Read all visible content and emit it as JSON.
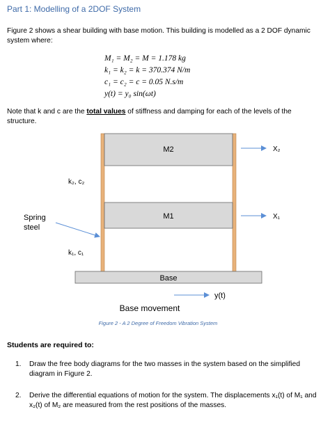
{
  "title": "Part 1: Modelling of a 2DOF System",
  "intro": "Figure 2 shows a shear building with base motion. This building is modelled as a 2 DOF dynamic system where:",
  "equations": {
    "eq1": "M₁ = M₂ = M = 1.178 kg",
    "eq2": "k₁ = k₂ = k = 370.374 N/m",
    "eq3": "c₁ = c₂ = c = 0.05 N.s/m",
    "eq4": "y(t) = y₀ sin(ωt)"
  },
  "note": {
    "pre": "Note that k and c are the ",
    "emph": "total values",
    "post": " of stiffness and damping for each of the levels of the structure."
  },
  "figure": {
    "mass2_label": "M2",
    "mass1_label": "M1",
    "base_label": "Base",
    "x2_label": "X₂",
    "x1_label": "X₁",
    "k2c2_label": "k₂, c₂",
    "k1c1_label": "k₁, c₁",
    "spring_label_line1": "Spring",
    "spring_label_line2": "steel",
    "yt_label": "y(t)",
    "base_movement_label": "Base movement",
    "caption": "Figure 2 - A 2 Degree of Freedom Vibration System"
  },
  "students_heading": "Students are required to:",
  "tasks": [
    {
      "num": "1.",
      "text": "Draw the free body diagrams for the two masses in the system based on the simplified diagram in Figure 2."
    },
    {
      "num": "2.",
      "text": "Derive the differential equations of motion for the system. The displacements x₁(t) of M₁ and x₂(t) of M₂ are measured from the rest positions of the masses."
    }
  ],
  "colors": {
    "title": "#3e6aa8",
    "mass_fill": "#d9d9d9",
    "column": "#e8b27a",
    "arrow": "#5b8fd6"
  }
}
